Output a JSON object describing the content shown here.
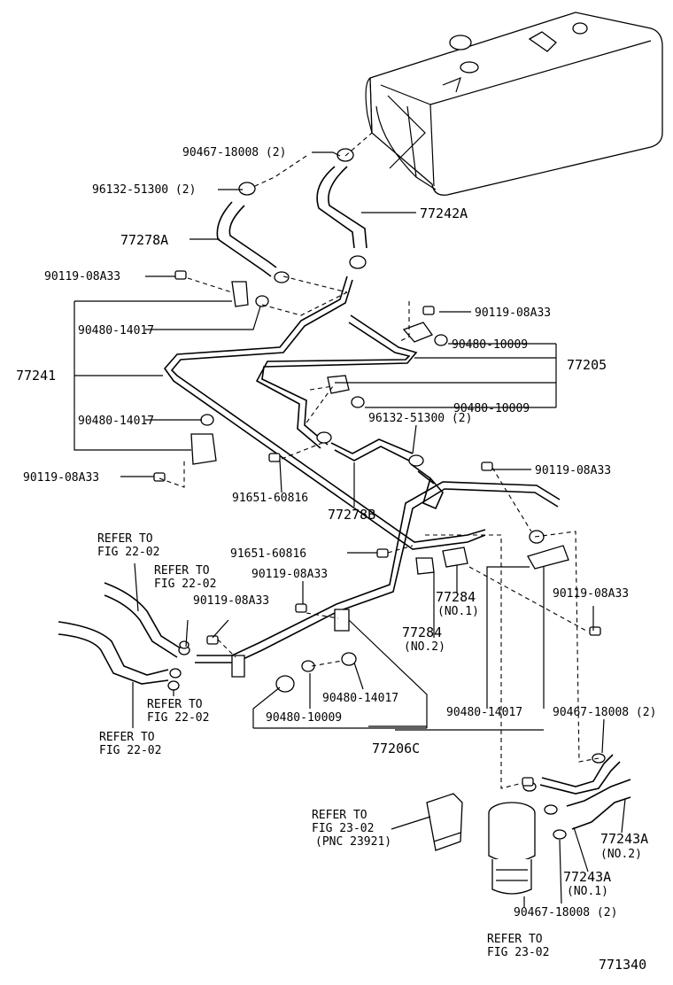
{
  "diagram_id": "771340",
  "labels": {
    "clamp_90467_top": "90467-18008 (2)",
    "clip_96132_left": "96132-51300 (2)",
    "hose_77242A": "77242A",
    "hose_77278A": "77278A",
    "bolt_90119_a": "90119-08A33",
    "bolt_90119_b": "90119-08A33",
    "bolt_90119_c": "90119-08A33",
    "bolt_90119_d": "90119-08A33",
    "bolt_90119_e": "90119-08A33",
    "bolt_90119_f": "90119-08A33",
    "grommet_90480_14017_a": "90480-14017",
    "grommet_90480_14017_b": "90480-14017",
    "grommet_90480_14017_c": "90480-14017",
    "grommet_90480_14017_d": "90480-14017",
    "grommet_90480_10009_a": "90480-10009",
    "grommet_90480_10009_b": "90480-10009",
    "grommet_90480_10009_c": "90480-10009",
    "pipe_77241": "77241",
    "pipe_77205": "77205",
    "clip_96132_right": "96132-51300 (2)",
    "bolt_91651_a": "91651-60816",
    "bolt_91651_b": "91651-60816",
    "hose_77278B": "77278B",
    "clamp_77284_no1": "77284",
    "clamp_77284_no1_sub": "(NO.1)",
    "clamp_77284_no2": "77284",
    "clamp_77284_no2_sub": "(NO.2)",
    "clamp_90467_right": "90467-18008 (2)",
    "clamp_90467_bottom": "90467-18008 (2)",
    "pipe_77206C": "77206C",
    "hose_77243A_no2": "77243A",
    "hose_77243A_no2_sub": "(NO.2)",
    "hose_77243A_no1": "77243A",
    "hose_77243A_no1_sub": "(NO.1)",
    "ref_a_line1": "REFER TO",
    "ref_a_line2": "FIG 22-02",
    "ref_b_line1": "REFER TO",
    "ref_b_line2": "FIG 22-02",
    "ref_c_line1": "REFER TO",
    "ref_c_line2": "FIG 22-02",
    "ref_d_line1": "REFER TO",
    "ref_d_line2": "FIG 22-02",
    "ref_e_line1": "REFER TO",
    "ref_e_line2": "FIG 23-02",
    "ref_e_line3": "(PNC 23921)",
    "ref_f_line1": "REFER TO",
    "ref_f_line2": "FIG 23-02"
  }
}
